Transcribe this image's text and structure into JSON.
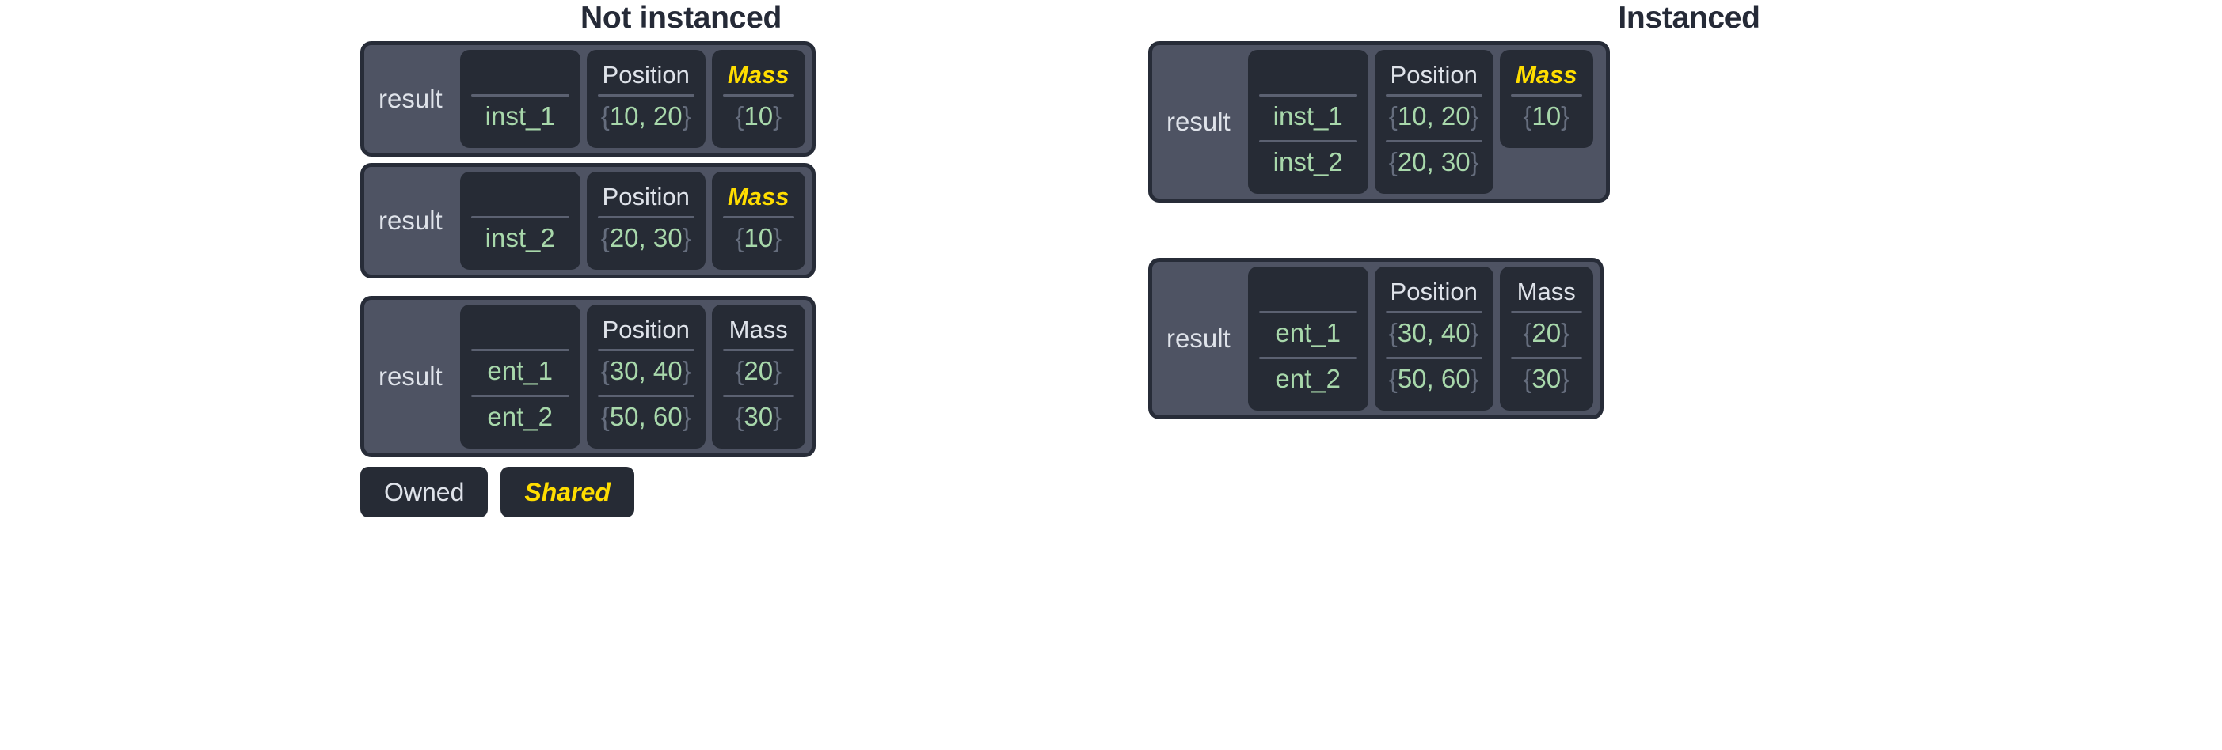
{
  "panels": [
    {
      "title": "Not instanced",
      "cards": [
        {
          "label": "result",
          "mass_shared": true,
          "mass_short": false,
          "columns": {
            "name_header": "",
            "position_header": "Position",
            "mass_header": "Mass"
          },
          "rows": [
            {
              "name": "inst_1",
              "position": "{10, 20}",
              "mass": "{10}"
            }
          ]
        },
        {
          "label": "result",
          "mass_shared": true,
          "mass_short": false,
          "columns": {
            "name_header": "",
            "position_header": "Position",
            "mass_header": "Mass"
          },
          "rows": [
            {
              "name": "inst_2",
              "position": "{20, 30}",
              "mass": "{10}"
            }
          ]
        },
        {
          "label": "result",
          "mass_shared": false,
          "mass_short": false,
          "columns": {
            "name_header": "",
            "position_header": "Position",
            "mass_header": "Mass"
          },
          "rows": [
            {
              "name": "ent_1",
              "position": "{30, 40}",
              "mass": "{20}"
            },
            {
              "name": "ent_2",
              "position": "{50, 60}",
              "mass": "{30}"
            }
          ]
        }
      ]
    },
    {
      "title": "Instanced",
      "cards": [
        {
          "label": "result",
          "mass_shared": true,
          "mass_short": true,
          "columns": {
            "name_header": "",
            "position_header": "Position",
            "mass_header": "Mass"
          },
          "rows": [
            {
              "name": "inst_1",
              "position": "{10, 20}",
              "mass": "{10}"
            },
            {
              "name": "inst_2",
              "position": "{20, 30}",
              "mass": ""
            }
          ]
        },
        {
          "label": "result",
          "mass_shared": false,
          "mass_short": false,
          "columns": {
            "name_header": "",
            "position_header": "Position",
            "mass_header": "Mass"
          },
          "rows": [
            {
              "name": "ent_1",
              "position": "{30, 40}",
              "mass": "{20}"
            },
            {
              "name": "ent_2",
              "position": "{50, 60}",
              "mass": "{30}"
            }
          ]
        }
      ]
    }
  ],
  "legend": {
    "owned_label": "Owned",
    "shared_label": "Shared"
  },
  "colors": {
    "background": "#ffffff",
    "card_fill": "#4e5363",
    "card_border": "#272c38",
    "column_fill": "#262b35",
    "text_light": "#dfe3ea",
    "value_green": "#a8d8ab",
    "brace_gray": "#656d7d",
    "shared_yellow": "#ffdd00",
    "title_dark": "#252a37",
    "divider": "#5b6171"
  }
}
